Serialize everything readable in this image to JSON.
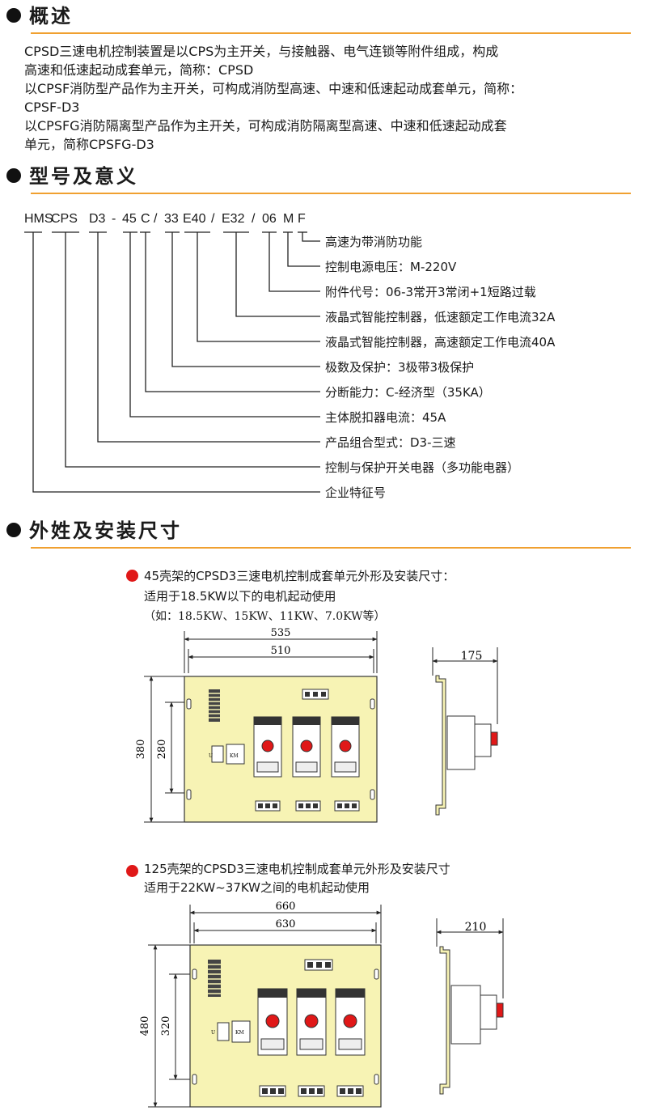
{
  "sections": {
    "overview": {
      "title": "概述",
      "lines": [
        "CPSD三速电机控制装置是以CPS为主开关，与接触器、电气连锁等附件组成，构成",
        "高速和低速起动成套单元，简称：CPSD",
        "以CPSF消防型产品作为主开关，可构成消防型高速、中速和低速起动成套单元，简称：",
        "CPSF-D3",
        "以CPSFG消防隔离型产品作为主开关，可构成消防隔离型高速、中速和低速起动成套",
        "单元，简称CPSFG-D3"
      ]
    },
    "model": {
      "title": "型号及意义",
      "code_parts": [
        "HMS",
        "CPS",
        "D3",
        "-",
        "45",
        "C",
        "/",
        "33",
        "E40",
        "/",
        "E32",
        "/",
        "06",
        "M",
        "F"
      ],
      "descriptions": [
        "高速为带消防功能",
        "控制电源电压：M-220V",
        "附件代号：06-3常开3常闭+1短路过载",
        "液晶式智能控制器，低速额定工作电流32A",
        "液晶式智能控制器，高速额定工作电流40A",
        "极数及保护：3极带3极保护",
        "分断能力：C-经济型（35KA）",
        "主体脱扣器电流：45A",
        "产品组合型式：D3-三速",
        "控制与保护开关电器（多功能电器）",
        "企业特征号"
      ]
    },
    "dimensions": {
      "title": "外姓及安装尺寸",
      "unit45": {
        "heading": "45壳架的CPSD3三速电机控制成套单元外形及安装尺寸：",
        "line2": "适用于18.5KW以下的电机起动使用",
        "line3": "（如：18.5KW、15KW、11KW、7.0KW等）",
        "dim_outer_width": "535",
        "dim_inner_width": "510",
        "dim_outer_height": "380",
        "dim_inner_height": "280",
        "dim_depth": "175"
      },
      "unit125": {
        "heading": "125壳架的CPSD3三速电机控制成套单元外形及安装尺寸",
        "line2": "适用于22KW~37KW之间的电机起动使用",
        "dim_outer_width": "660",
        "dim_inner_width": "630",
        "dim_outer_height": "480",
        "dim_inner_height": "320",
        "dim_depth": "210"
      },
      "panel_label_left": "U",
      "panel_label_right": "KM"
    }
  },
  "colors": {
    "accent_line": "#f0a030",
    "panel_fill": "#f7f3b4",
    "red": "#e01818"
  }
}
